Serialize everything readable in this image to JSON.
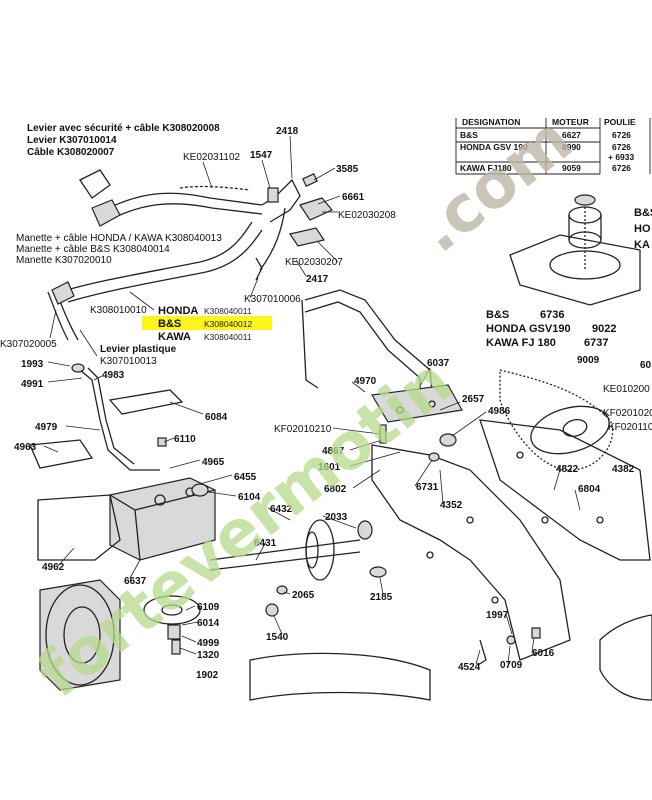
{
  "labels": {
    "levier_securite": "Levier avec sécurité + câble K308020008",
    "levier": "Levier K307010014",
    "cable": "Câble K308020007",
    "manette_cable_honda": "Manette + câble HONDA / KAWA K308040013",
    "manette_cable_bs": "Manette + câble B&S K308040014",
    "manette": "Manette K307020010",
    "levier_plastique": "Levier plastique",
    "levier_plastique_ref": "K307010013",
    "honda_name": "HONDA",
    "honda_ref": "K308040011",
    "bs_name": "B&S",
    "bs_ref": "K308040012",
    "kawa_name": "KAWA",
    "kawa_ref": "K308040011"
  },
  "part_numbers": {
    "p2418": "2418",
    "pKE02031102": "KE02031102",
    "p1547": "1547",
    "p3585": "3585",
    "p6661": "6661",
    "pKE02030208": "KE02030208",
    "pKE02030207": "KE02030207",
    "p2417": "2417",
    "pK307010006": "K307010006",
    "pK308010010": "K308010010",
    "pK307020005": "K307020005",
    "p1993": "1993",
    "p4991": "4991",
    "p4983": "4983",
    "p6084": "6084",
    "p4979": "4979",
    "p6110": "6110",
    "p4963": "4963",
    "p4965": "4965",
    "p6455": "6455",
    "p6104": "6104",
    "p6432": "6432",
    "p2033": "2033",
    "p4962": "4962",
    "p6637": "6637",
    "p6431": "6431",
    "p2065": "2065",
    "p6109": "6109",
    "p6014": "6014",
    "p4999": "4999",
    "p1320": "1320",
    "p1902": "1902",
    "p1540": "1540",
    "p2185": "2185",
    "p4970": "4970",
    "p6037": "6037",
    "p2657": "2657",
    "p4986": "4986",
    "pKF02010210": "KF02010210",
    "p4867": "4867",
    "p1601": "1601",
    "p6731": "6731",
    "p6802": "6802",
    "p4352": "4352",
    "p4822": "4822",
    "p6804": "6804",
    "p4382": "4382",
    "p1997": "1997",
    "p4524": "4524",
    "p0709": "0709",
    "p6016": "6016",
    "p9009": "9009",
    "pKE010200": "KE010200",
    "pKF0201020": "KF0201020",
    "pKF020110": "KF020110",
    "p60": "60"
  },
  "engine_labels": {
    "bs": "B&S",
    "bs_val": "6736",
    "honda": "HONDA GSV190",
    "honda_val": "9022",
    "kawa": "KAWA FJ 180",
    "kawa_val": "6737",
    "edge_bs": "B&S",
    "edge_ho": "HO",
    "edge_ka": "KA"
  },
  "table": {
    "headers": [
      "DESIGNATION",
      "MOTEUR",
      "POULIE"
    ],
    "rows": [
      [
        "B&S",
        "6627",
        "6726"
      ],
      [
        "HONDA GSV 190",
        "8990",
        "6726"
      ],
      [
        "",
        "",
        "+ 6933"
      ],
      [
        "KAWA FJ180",
        "9059",
        "6726"
      ]
    ]
  },
  "watermark": {
    "brand": "fortevermotin",
    "suffix": ".com"
  },
  "colors": {
    "highlight": "#fdf51a",
    "watermark_green": "#b5d98a",
    "watermark_grey": "#bdb5a8"
  }
}
